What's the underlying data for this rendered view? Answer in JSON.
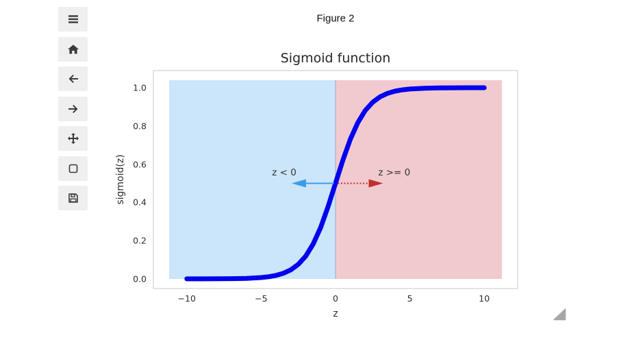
{
  "header": {
    "title": "Figure 2"
  },
  "toolbar": {
    "buttons": [
      {
        "name": "toggle-toolbar",
        "icon": "menu-icon"
      },
      {
        "name": "home",
        "icon": "home-icon"
      },
      {
        "name": "back",
        "icon": "arrow-left-icon"
      },
      {
        "name": "forward",
        "icon": "arrow-right-icon"
      },
      {
        "name": "pan",
        "icon": "move-icon"
      },
      {
        "name": "zoom-to-rect",
        "icon": "zoom-rect-icon"
      },
      {
        "name": "save",
        "icon": "save-icon"
      }
    ]
  },
  "canvas": {
    "resize_handle_icon": "resize-grip-icon"
  },
  "chart_data": {
    "type": "line",
    "title": "Sigmoid function",
    "xlabel": "z",
    "ylabel": "sigmoid(z)",
    "xlim": [
      -12.2,
      12.2
    ],
    "ylim": [
      -0.047,
      1.086
    ],
    "grid": false,
    "legend": null,
    "xticks": [
      "−10",
      "−5",
      "0",
      "5",
      "10"
    ],
    "xtick_values": [
      -10,
      -5,
      0,
      5,
      10
    ],
    "yticks": [
      "0.0",
      "0.2",
      "0.4",
      "0.6",
      "0.8",
      "1.0"
    ],
    "ytick_values": [
      0,
      0.2,
      0.4,
      0.6,
      0.8,
      1.0
    ],
    "series": [
      {
        "name": "sigmoid",
        "color": "#0202ee",
        "linewidth": 7,
        "x": [
          -10,
          -9,
          -8,
          -7,
          -6,
          -5,
          -4.5,
          -4,
          -3.5,
          -3,
          -2.5,
          -2,
          -1.5,
          -1,
          -0.5,
          0,
          0.5,
          1,
          1.5,
          2,
          2.5,
          3,
          3.5,
          4,
          4.5,
          5,
          6,
          7,
          8,
          9,
          10
        ],
        "y": [
          5e-05,
          0.00012,
          0.00034,
          0.00091,
          0.00247,
          0.00669,
          0.011,
          0.018,
          0.0293,
          0.0474,
          0.0759,
          0.1192,
          0.1824,
          0.2689,
          0.3775,
          0.5,
          0.6225,
          0.7311,
          0.8176,
          0.8808,
          0.9241,
          0.9526,
          0.9707,
          0.982,
          0.989,
          0.9933,
          0.9975,
          0.9991,
          0.9997,
          0.9999,
          0.99995
        ]
      }
    ],
    "regions": [
      {
        "label": "negative",
        "x0": -11.2,
        "x1": 0,
        "y0": 0,
        "y1": 1.04,
        "color": "#cbe5fa"
      },
      {
        "label": "positive",
        "x0": 0,
        "x1": 11.2,
        "y0": 0,
        "y1": 1.04,
        "color": "#f1cacf"
      }
    ],
    "annotations": [
      {
        "text": "z < 0",
        "text_x": -3.45,
        "text_y": 0.556,
        "arrow_from_x": -0.1,
        "arrow_to_x": -2.95,
        "arrow_y": 0.5,
        "color": "#3d9de6",
        "line_style": "solid"
      },
      {
        "text": "z >= 0",
        "text_x": 3.95,
        "text_y": 0.556,
        "arrow_from_x": 0.15,
        "arrow_to_x": 3.2,
        "arrow_y": 0.5,
        "color": "#c22f2f",
        "line_style": "dotted"
      }
    ]
  }
}
